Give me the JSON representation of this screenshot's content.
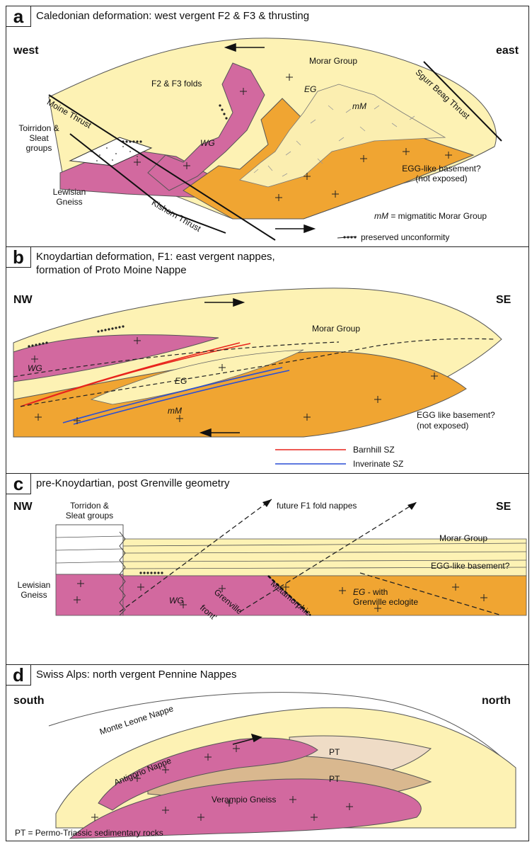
{
  "panel_a": {
    "letter": "a",
    "title": "Caledonian deformation: west vergent F2 & F3 & thrusting",
    "west": "west",
    "east": "east",
    "morar": "Morar Group",
    "f2f3": "F2 & F3 folds",
    "moine_thrust": "Moine Thrust",
    "torridon_1": "Toirridon &",
    "torridon_2": "Sleat",
    "torridon_3": "groups",
    "lewisian_1": "Lewisian",
    "lewisian_2": "Gneiss",
    "kishorn": "Kishorn Thrust",
    "wg": "WG",
    "eg": "EG",
    "mm": "mM",
    "sgurr": "Sgurr Beag Thrust",
    "egg_1": "EGG-like basement?",
    "egg_2": "(not exposed)",
    "legend_mm_abbr": "mM",
    "legend_mm_text": "= migmatitic Morar Group",
    "legend_unconf": "preserved unconformity"
  },
  "panel_b": {
    "letter": "b",
    "title_1": "Knoydartian deformation, F1: east vergent nappes,",
    "title_2": "formation of Proto Moine Nappe",
    "nw": "NW",
    "se": "SE",
    "morar": "Morar Group",
    "wg": "WG",
    "eg": "EG",
    "mm": "mM",
    "egg_1": "EGG like basement?",
    "egg_2": "(not exposed)",
    "barnhill": "Barnhill SZ",
    "inverinate": "Inverinate SZ",
    "colors": {
      "barnhill": "#e8231c",
      "inverinate": "#2a4fd6"
    }
  },
  "panel_c": {
    "letter": "c",
    "title": "pre-Knoydartian, post Grenville geometry",
    "nw": "NW",
    "se": "SE",
    "torridon_1": "Torridon &",
    "torridon_2": "Sleat groups",
    "future": "future F1 fold nappes",
    "morar": "Morar Group",
    "egg": "EGG-like basement?",
    "lewisian_1": "Lewisian",
    "lewisian_2": "Gneiss",
    "wg": "WG",
    "grenville": "Grenville",
    "front": "front'",
    "metamorphic": "Metamorphic",
    "eg_abbr": "EG",
    "eg_text_1": "- with",
    "eg_text_2": "Grenville eclogite"
  },
  "panel_d": {
    "letter": "d",
    "title": "Swiss Alps: north vergent Pennine Nappes",
    "south": "south",
    "north": "north",
    "monte_leone": "Monte Leone Nappe",
    "antigorio": "Antigorio Nappe",
    "verampio": "Verampio Gneiss",
    "pt_1": "PT",
    "pt_2": "PT",
    "pt_legend": "PT = Permo-Triassic sedimentary rocks"
  },
  "colors": {
    "cream": "#fdf2b4",
    "orange": "#f0a532",
    "magenta": "#d2699f",
    "tan": "#d9b88f",
    "pale_tan": "#efdcc6"
  }
}
